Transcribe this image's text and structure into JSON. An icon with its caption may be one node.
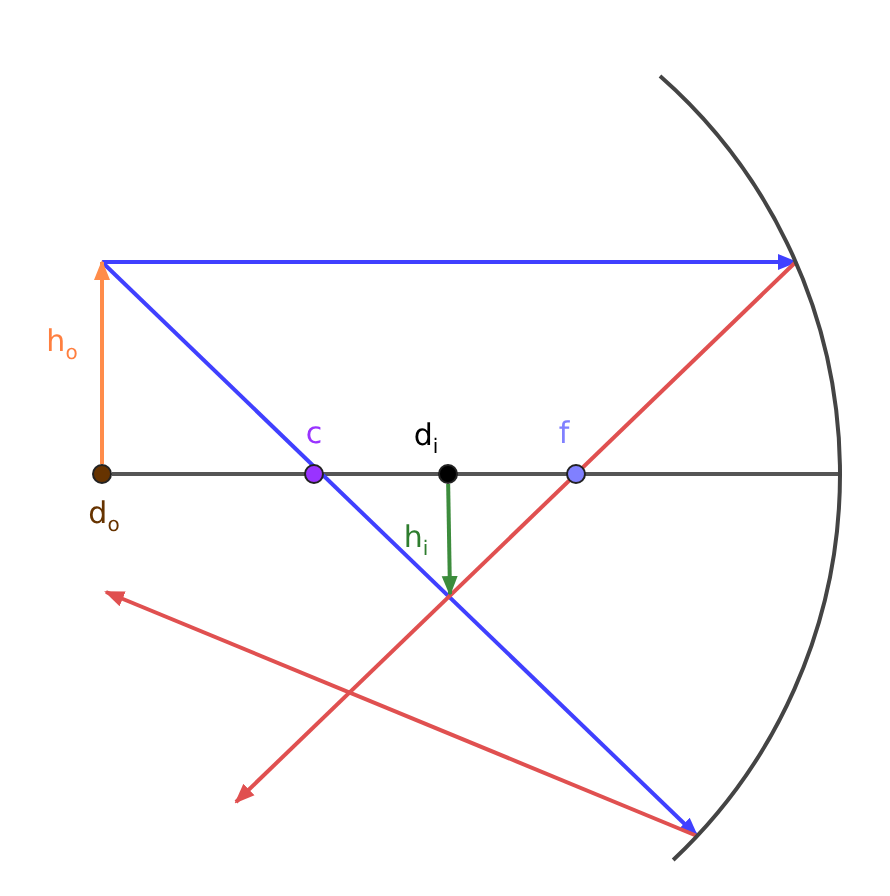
{
  "diagram": {
    "nodes": [
      {
        "text": [],
        "shape": "circle",
        "beside": [
          "d$_{o}$"
        ]
      },
      {
        "text": [],
        "shape": "circle",
        "beside": [
          "c"
        ]
      },
      {
        "text": [],
        "shape": "circle",
        "beside": [
          "d$_{i}$"
        ]
      },
      {
        "text": [],
        "shape": "circle",
        "beside": [
          "f"
        ]
      },
      {
        "text": [],
        "shape": "arc"
      }
    ],
    "edges": [
      {
        "from": 0,
        "to": 4,
        "arrow": "none",
        "color": "#555555"
      },
      {
        "from": null,
        "to": 4,
        "arrow": "to",
        "color": "#4040ff"
      },
      {
        "from": null,
        "to": 4,
        "arrow": "to",
        "color": "#4040ff"
      },
      {
        "from": 4,
        "to": null,
        "arrow": "to",
        "color": "#e05050"
      },
      {
        "from": 4,
        "to": null,
        "arrow": "to",
        "color": "#e05050"
      },
      {
        "from": 0,
        "to": null,
        "arrow": "to",
        "color": "#ff8c4a",
        "label": "h$_{o}$"
      },
      {
        "from": 2,
        "to": null,
        "arrow": "to",
        "color": "#3c8c3c",
        "label": "h$_{i}$"
      }
    ]
  }
}
